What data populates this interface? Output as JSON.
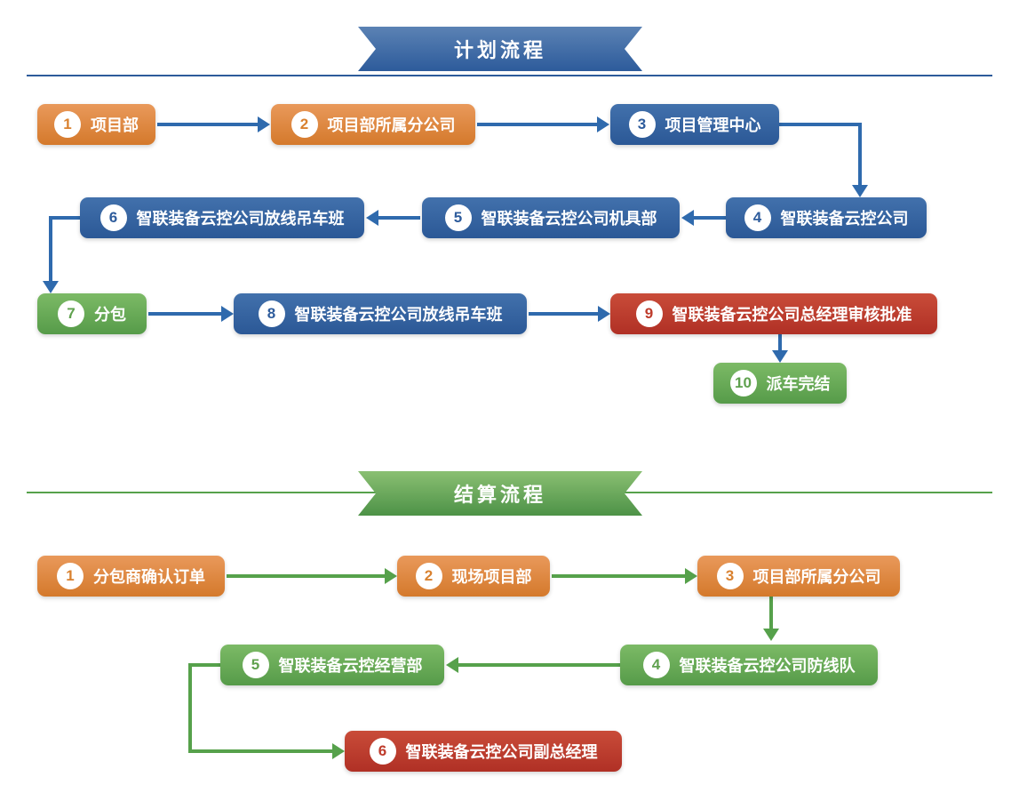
{
  "banners": {
    "plan": {
      "title": "计划流程"
    },
    "settle": {
      "title": "结算流程"
    }
  },
  "colors": {
    "orange_box": "#d4792b",
    "blue_box": "#2b5896",
    "green_box": "#569b49",
    "red_box": "#b03025",
    "blue_arrow": "#2f6aad",
    "green_arrow": "#56a14b",
    "banner_blue": "#2d5b9b",
    "banner_green": "#4d9247"
  },
  "flow1": {
    "title": "计划流程",
    "nodes": [
      {
        "num": "1",
        "label": "项目部",
        "color": "orange"
      },
      {
        "num": "2",
        "label": "项目部所属分公司",
        "color": "orange"
      },
      {
        "num": "3",
        "label": "项目管理中心",
        "color": "blue"
      },
      {
        "num": "4",
        "label": "智联装备云控公司",
        "color": "blue"
      },
      {
        "num": "5",
        "label": "智联装备云控公司机具部",
        "color": "blue"
      },
      {
        "num": "6",
        "label": "智联装备云控公司放线吊车班",
        "color": "blue"
      },
      {
        "num": "7",
        "label": "分包",
        "color": "green"
      },
      {
        "num": "8",
        "label": "智联装备云控公司放线吊车班",
        "color": "blue"
      },
      {
        "num": "9",
        "label": "智联装备云控公司总经理审核批准",
        "color": "red"
      },
      {
        "num": "10",
        "label": "派车完结",
        "color": "green"
      }
    ]
  },
  "flow2": {
    "title": "结算流程",
    "nodes": [
      {
        "num": "1",
        "label": "分包商确认订单",
        "color": "orange"
      },
      {
        "num": "2",
        "label": "现场项目部",
        "color": "orange"
      },
      {
        "num": "3",
        "label": "项目部所属分公司",
        "color": "orange"
      },
      {
        "num": "4",
        "label": "智联装备云控公司防线队",
        "color": "green"
      },
      {
        "num": "5",
        "label": "智联装备云控经营部",
        "color": "green"
      },
      {
        "num": "6",
        "label": "智联装备云控公司副总经理",
        "color": "red"
      }
    ]
  }
}
